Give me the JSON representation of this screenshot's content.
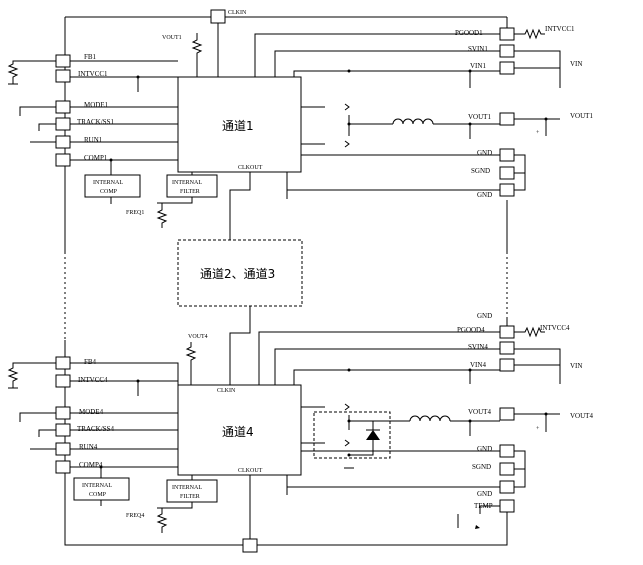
{
  "channel1": {
    "title": "通道1",
    "left_pins": [
      "FB1",
      "INTVCC1",
      "MODE1",
      "TRACK/SS1",
      "RUN1",
      "COMP1"
    ],
    "right_pins": [
      "PGOOD1",
      "SVIN1",
      "VIN1",
      "VOUT1",
      "GND",
      "SGND",
      "GND"
    ],
    "top_pin": "CLKIN",
    "clkout": "CLKOUT",
    "internal_comp": [
      "INTERNAL",
      "COMP"
    ],
    "internal_filter": [
      "INTERNAL",
      "FILTER"
    ],
    "freq": "FREQ1",
    "vout_ref": "VOUT1",
    "intvcc_ref": "INTVCC1",
    "vin_label": "VIN",
    "vout_label": "VOUT1"
  },
  "middle": {
    "title": "通道2、通道3"
  },
  "channel4": {
    "title": "通道4",
    "left_pins": [
      "FB4",
      "INTVCC4",
      "MODE4",
      "TRACK/SS4",
      "RUN4",
      "COMP4"
    ],
    "right_pins": [
      "GND",
      "PGOOD4",
      "SVIN4",
      "VIN4",
      "VOUT4",
      "GND",
      "SGND",
      "GND",
      "TEMP"
    ],
    "clkin": "CLKIN",
    "clkout": "CLKOUT",
    "internal_comp": [
      "INTERNAL",
      "COMP"
    ],
    "internal_filter": [
      "INTERNAL",
      "FILTER"
    ],
    "freq": "FREQ4",
    "vout_ref": "VOUT4",
    "intvcc_ref": "INTVCC4",
    "vin_label": "VIN",
    "vout_label": "VOUT4"
  }
}
